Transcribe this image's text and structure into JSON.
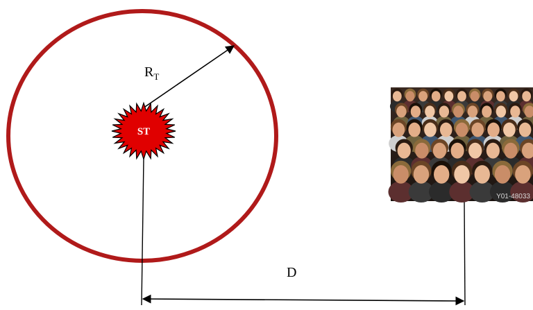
{
  "labels": {
    "radius_main": "R",
    "radius_sub": "T",
    "source": "ST",
    "distance": "D"
  },
  "colors": {
    "circle": "#b01a1a",
    "star": "#e00000",
    "lines": "#000000"
  },
  "image": {
    "description_icon": "crowd-photo",
    "watermark": "Y01-48033"
  }
}
